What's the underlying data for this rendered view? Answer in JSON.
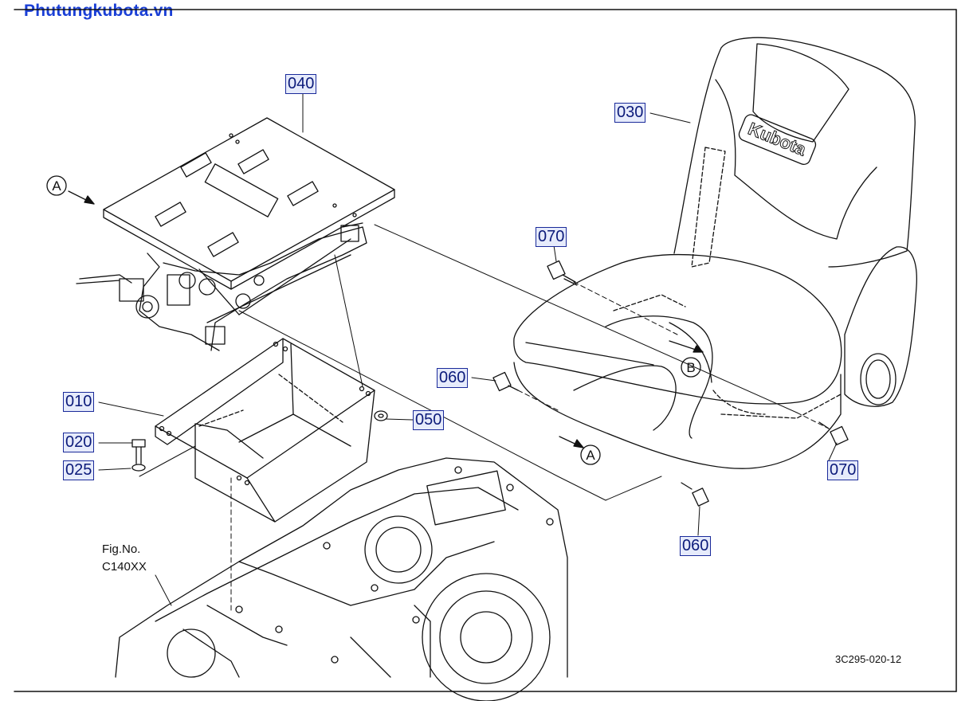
{
  "watermark": "Phutungkubota.vn",
  "callouts": {
    "c040": "040",
    "c030": "030",
    "c070a": "070",
    "c060a": "060",
    "c050": "050",
    "c010": "010",
    "c020": "020",
    "c025": "025",
    "c070b": "070",
    "c060b": "060"
  },
  "markers": {
    "a1": "A",
    "a2": "A",
    "b": "B"
  },
  "seat_logo": "Kubota",
  "fig_ref": {
    "line1": "Fig.No.",
    "line2": "C140XX"
  },
  "drawing_id": "3C295-020-12",
  "colors": {
    "callout_border": "#1a2a9a",
    "callout_fill": "#e6ebfb",
    "watermark": "#1a3fd6"
  }
}
